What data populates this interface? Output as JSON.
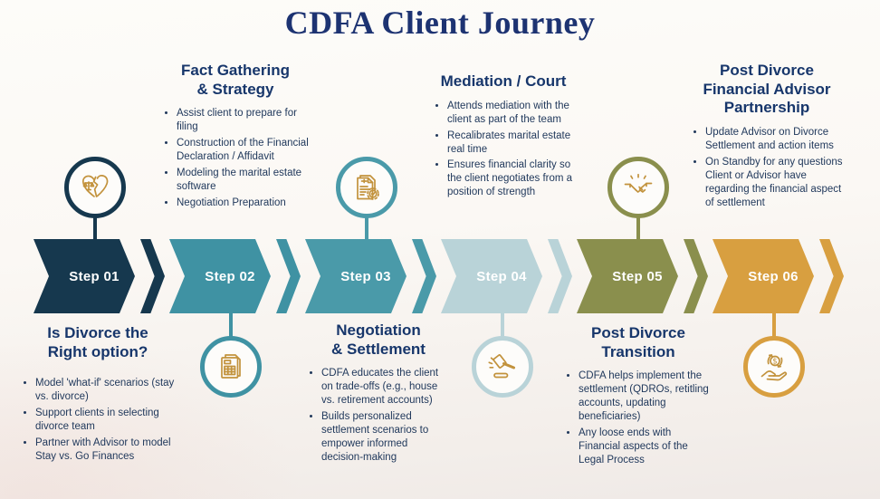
{
  "title": "CDFA Client Journey",
  "colors": {
    "title": "#1D3372",
    "heading": "#17366B",
    "body": "#21395C",
    "icon_gold": "#C2923C"
  },
  "steps": [
    {
      "label": "Step 01",
      "color": "#16384E",
      "icon": "broken-heart-scales-icon",
      "icon_position": "above",
      "section": {
        "position": "below",
        "title": "Is Divorce the\nRight option?",
        "bullets": [
          "Model 'what-if' scenarios (stay vs. divorce)",
          "Support clients in selecting divorce team",
          "Partner with Advisor to model Stay vs. Go Finances"
        ]
      }
    },
    {
      "label": "Step 02",
      "color": "#3F92A3",
      "icon": "financial-ledger-icon",
      "icon_position": "below",
      "section": {
        "position": "above",
        "title": "Fact Gathering\n& Strategy",
        "bullets": [
          "Assist client to prepare for filing",
          "Construction of the Financial Declaration / Affidavit",
          "Modeling the marital estate software",
          "Negotiation Preparation"
        ]
      }
    },
    {
      "label": "Step 03",
      "color": "#4A9AA9",
      "icon": "settlement-document-icon",
      "icon_position": "above",
      "section": {
        "position": "below",
        "title": "Negotiation\n& Settlement",
        "bullets": [
          "CDFA educates the client on trade-offs (e.g., house vs. retirement accounts)",
          "Builds personalized settlement scenarios to empower informed decision-making"
        ]
      }
    },
    {
      "label": "Step 04",
      "color": "#B9D3D8",
      "icon": "gavel-icon",
      "icon_position": "below",
      "section": {
        "position": "above",
        "title": "Mediation / Court",
        "bullets": [
          "Attends mediation with the client as part of the team",
          "Recalibrates marital estate real time",
          "Ensures financial clarity so the client negotiates from a position of strength"
        ]
      }
    },
    {
      "label": "Step 05",
      "color": "#8A8F4D",
      "icon": "handshake-icon",
      "icon_position": "above",
      "section": {
        "position": "below",
        "title": "Post Divorce\nTransition",
        "bullets": [
          "CDFA helps implement the settlement (QDROs, retitling accounts, updating beneficiaries)",
          "Any loose ends with Financial aspects of the Legal Process"
        ]
      }
    },
    {
      "label": "Step 06",
      "color": "#D89F40",
      "icon": "hand-money-icon",
      "icon_position": "below",
      "section": {
        "position": "above",
        "title": "Post Divorce\nFinancial Advisor\nPartnership",
        "bullets": [
          "Update Advisor on Divorce Settlement and action items",
          "On Standby for any questions Client or Advisor have regarding the financial aspect of settlement"
        ]
      }
    }
  ]
}
